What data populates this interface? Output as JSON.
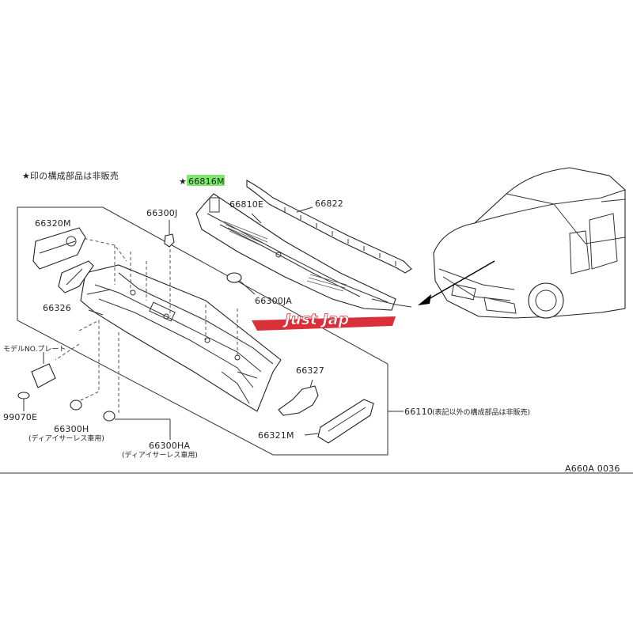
{
  "header_note": "★印の構成部品は非販売",
  "highlight_color": "#7dea6e",
  "watermark": "Just Jap",
  "watermark_color": "#d9303a",
  "diagram_code": "A660A 0036",
  "parts": {
    "p66816M": {
      "label": "66816M",
      "star": "★",
      "highlighted": true
    },
    "p66810E": {
      "label": "66810E"
    },
    "p66822": {
      "label": "66822"
    },
    "p66300J": {
      "label": "66300J"
    },
    "p66300JA": {
      "label": "66300JA"
    },
    "p66320M": {
      "label": "66320M"
    },
    "p66326": {
      "label": "66326"
    },
    "p66327": {
      "label": "66327"
    },
    "p66110": {
      "label": "66110",
      "note": "(表記以外の構成部品は非販売)"
    },
    "p66321M": {
      "label": "66321M"
    },
    "model_plate": {
      "label": "モデルNO.プレート"
    },
    "p99070E": {
      "label": "99070E"
    },
    "p66300H": {
      "label": "66300H",
      "note": "(ディアイサーレス車用)"
    },
    "p66300HA": {
      "label": "66300HA",
      "note": "(ディアイサーレス車用)"
    }
  }
}
